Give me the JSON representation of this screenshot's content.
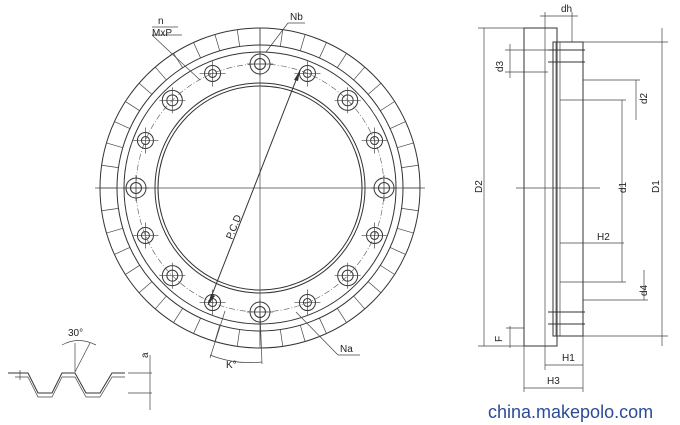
{
  "labels": {
    "n_over_mxp_top": "n",
    "n_over_mxp_bottom": "MxP",
    "nb": "Nb",
    "na": "Na",
    "pcd": "P.C.D",
    "k": "K°",
    "thread_angle": "30°",
    "thread_a": "a",
    "dh": "dh",
    "d3": "d3",
    "d2_small": "d2",
    "d1_small": "d1",
    "d4": "d4",
    "D2": "D2",
    "D1": "D1",
    "H2": "H2",
    "F": "F",
    "H1": "H1",
    "H3": "H3"
  },
  "watermark": "china.makepolo.com"
}
